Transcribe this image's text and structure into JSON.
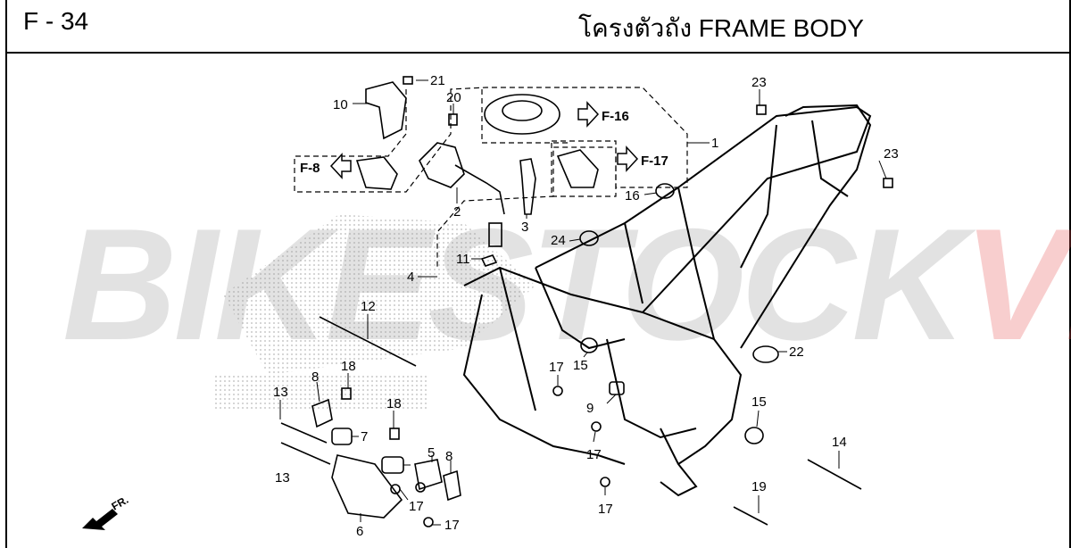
{
  "header": {
    "page_code": "F - 34",
    "title": "โครงตัวถัง  FRAME BODY"
  },
  "watermark": {
    "main": "BIKESTOCK",
    "accent": "VN"
  },
  "references": [
    {
      "label": "F-16"
    },
    {
      "label": "F-17"
    },
    {
      "label": "F-8"
    }
  ],
  "direction": {
    "label": "FR."
  },
  "callouts": [
    "21",
    "10",
    "20",
    "1",
    "23",
    "23",
    "16",
    "2",
    "3",
    "24",
    "11",
    "4",
    "12",
    "18",
    "8",
    "13",
    "7",
    "18",
    "5",
    "8",
    "17",
    "13",
    "6",
    "17",
    "17",
    "15",
    "9",
    "17",
    "22",
    "15",
    "14",
    "19",
    "17"
  ]
}
